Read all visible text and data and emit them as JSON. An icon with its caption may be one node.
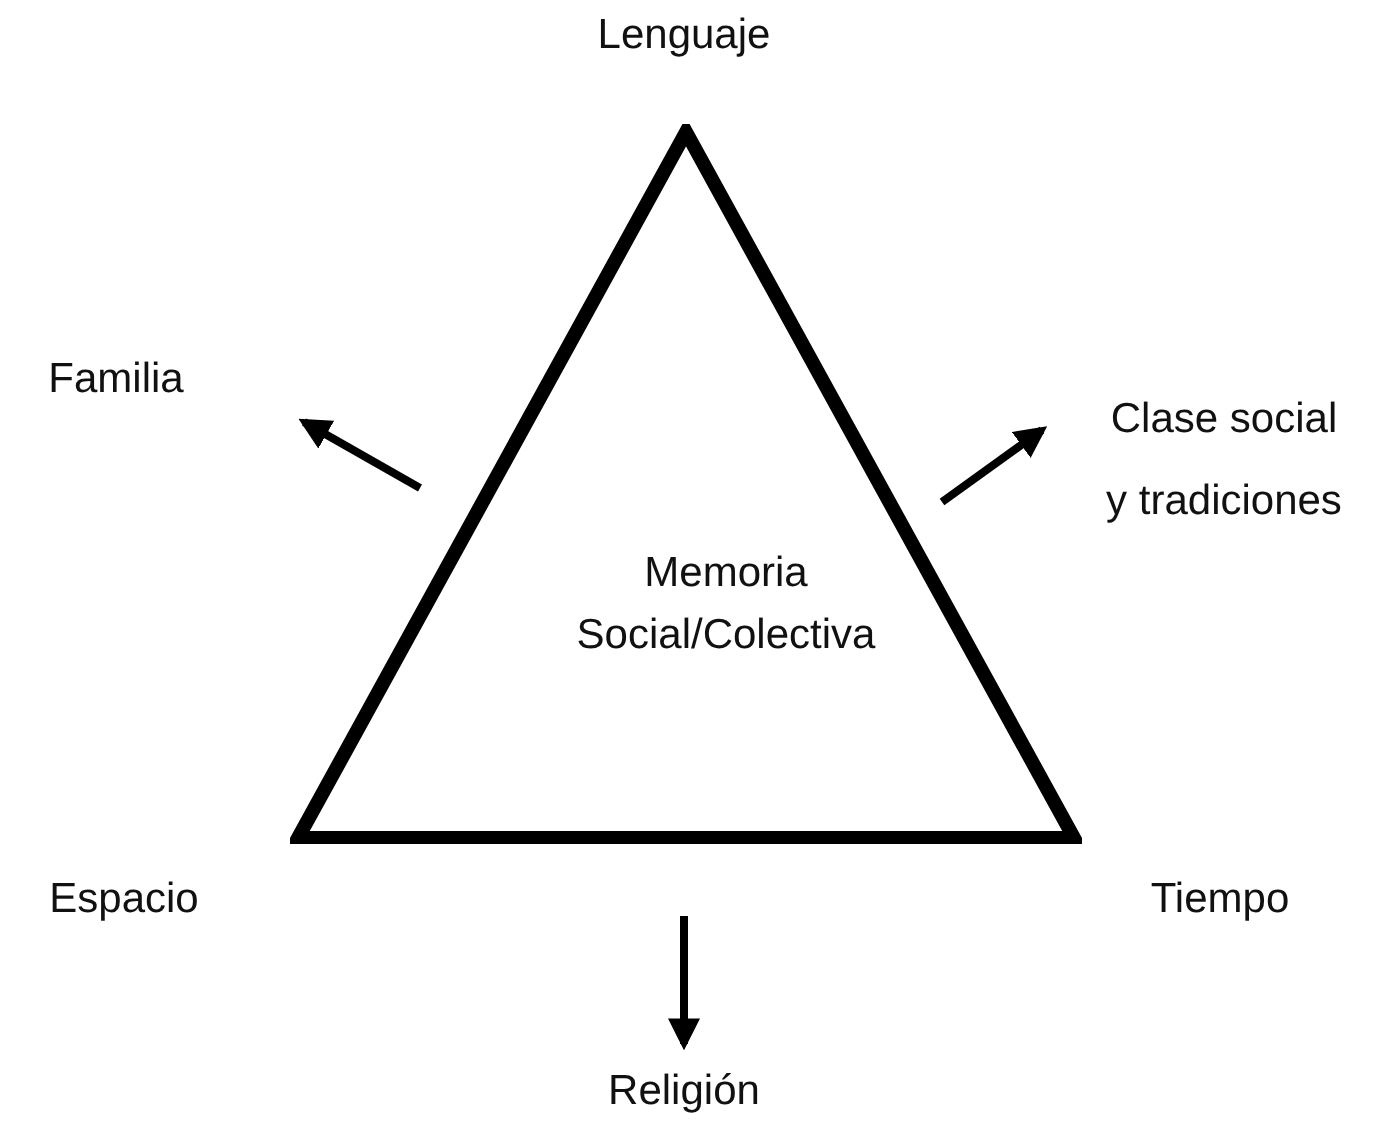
{
  "diagram": {
    "nodes": [
      {
        "text": [
          "Memoria Social/Colectiva"
        ]
      },
      {
        "text": [
          "Familia"
        ]
      },
      {
        "text": [
          "Clase social y tradiciones"
        ]
      },
      {
        "text": [
          "Religión"
        ]
      }
    ],
    "edges": [
      {
        "from": 0,
        "to": 1,
        "arrow": "to"
      },
      {
        "from": 0,
        "to": 2,
        "arrow": "to"
      },
      {
        "from": 0,
        "to": 3,
        "arrow": "to"
      }
    ],
    "labels": [
      "Lenguaje",
      "Espacio",
      "Tiempo"
    ]
  }
}
